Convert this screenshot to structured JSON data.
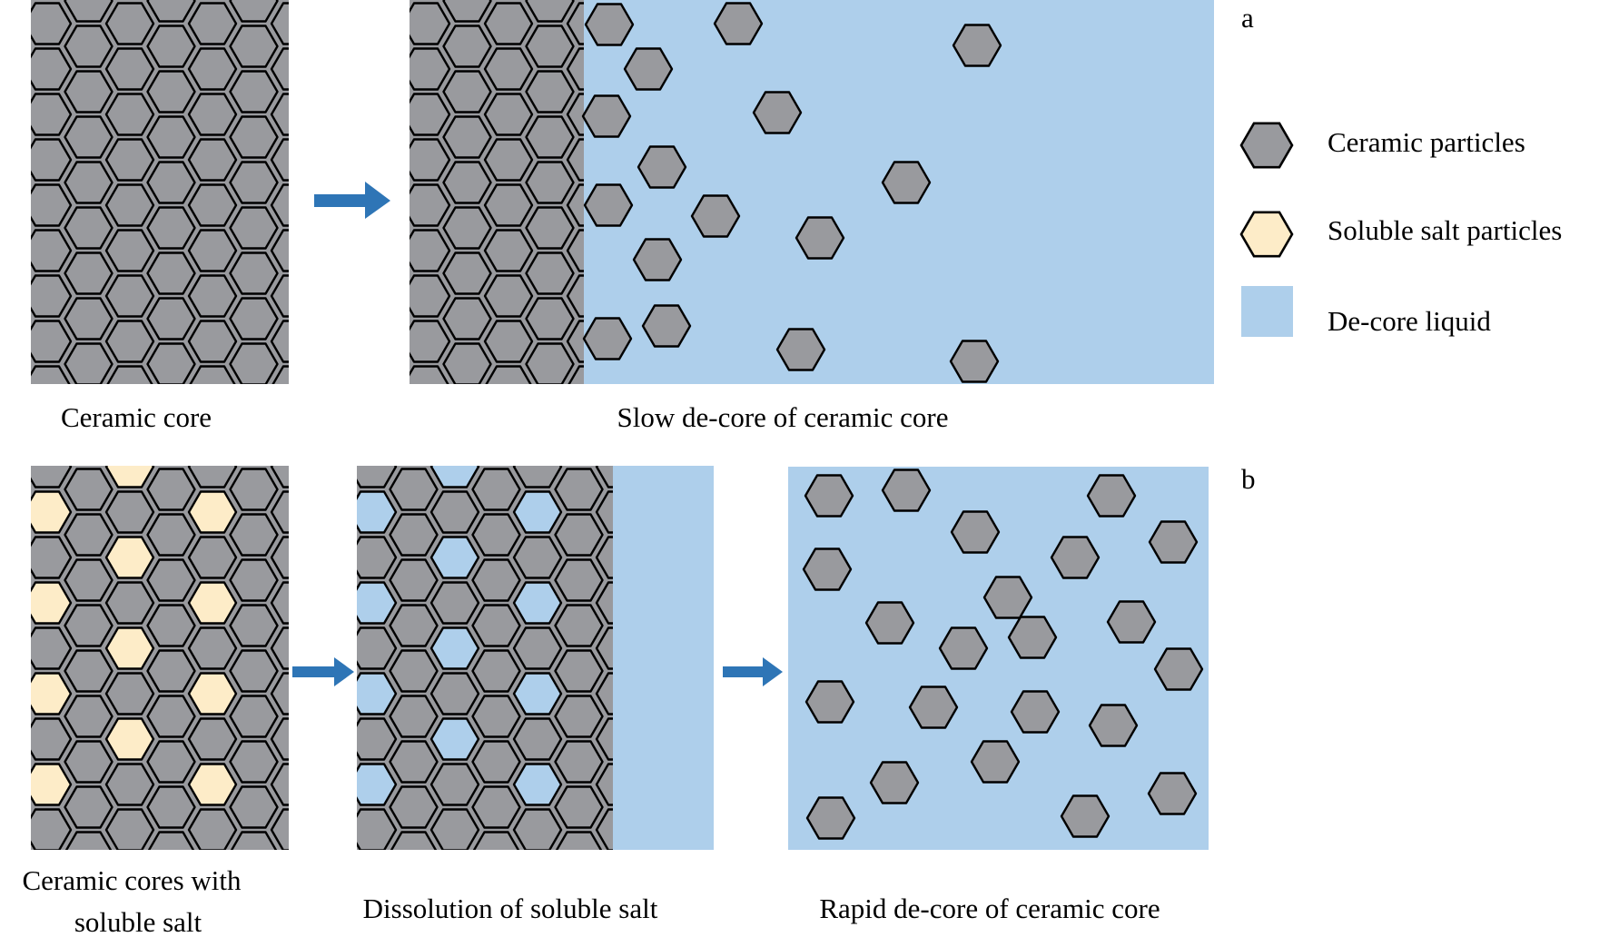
{
  "panels": {
    "a": {
      "letter": "a",
      "captions": {
        "core": "Ceramic core",
        "slow": "Slow de-core of ceramic core"
      }
    },
    "b": {
      "letter": "b",
      "captions": {
        "salt_core_line1": "Ceramic cores with",
        "salt_core_line2": "soluble salt",
        "dissolution": "Dissolution of soluble salt",
        "rapid": "Rapid de-core of ceramic core"
      }
    }
  },
  "legend": {
    "items": [
      {
        "key": "ceramic",
        "label": "Ceramic particles",
        "color": "#999a9e"
      },
      {
        "key": "salt",
        "label": "Soluble salt particles",
        "color": "#fdecc8"
      },
      {
        "key": "liquid",
        "label": "De-core liquid",
        "color": "#aecfeb"
      }
    ]
  },
  "colors": {
    "ceramic": "#999a9e",
    "salt": "#fdecc8",
    "liquid": "#aecfeb",
    "outline": "#000000",
    "arrow": "#2e75b6"
  }
}
